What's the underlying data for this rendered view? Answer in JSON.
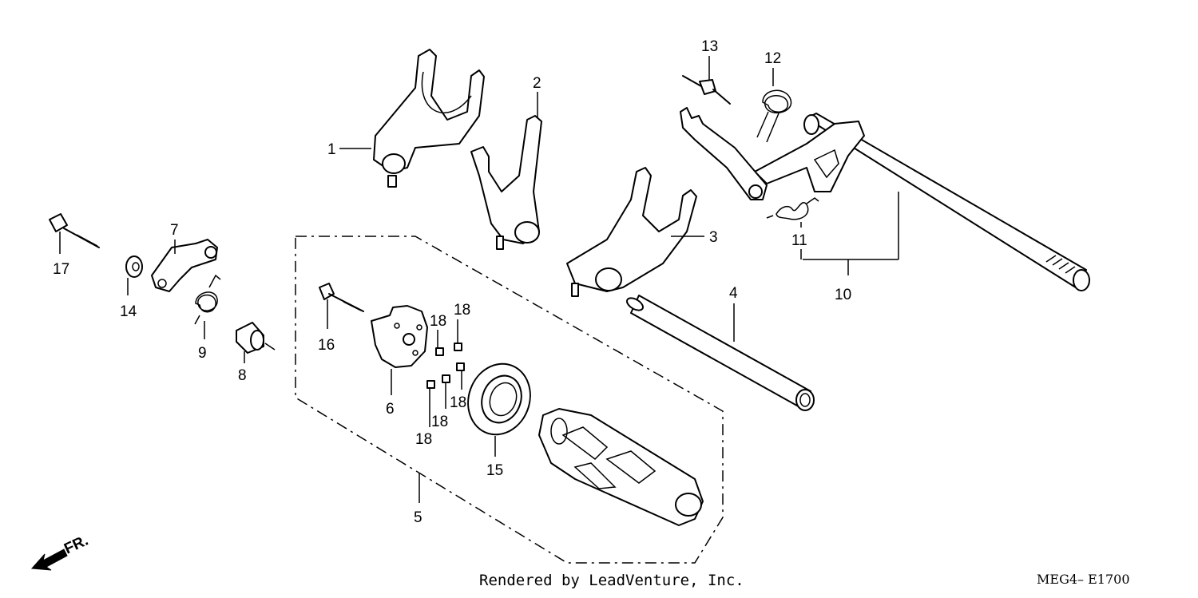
{
  "diagram": {
    "callouts": {
      "c1": "1",
      "c2": "2",
      "c3": "3",
      "c4": "4",
      "c5": "5",
      "c6": "6",
      "c7": "7",
      "c8": "8",
      "c9": "9",
      "c10": "10",
      "c11": "11",
      "c12": "12",
      "c13": "13",
      "c14": "14",
      "c15": "15",
      "c16": "16",
      "c17": "17",
      "c18a": "18",
      "c18b": "18",
      "c18c": "18",
      "c18d": "18",
      "c18e": "18"
    },
    "direction_marker": "FR.",
    "credit": "Rendered by LeadVenture, Inc.",
    "diagram_code": "MEG4– E1700"
  }
}
